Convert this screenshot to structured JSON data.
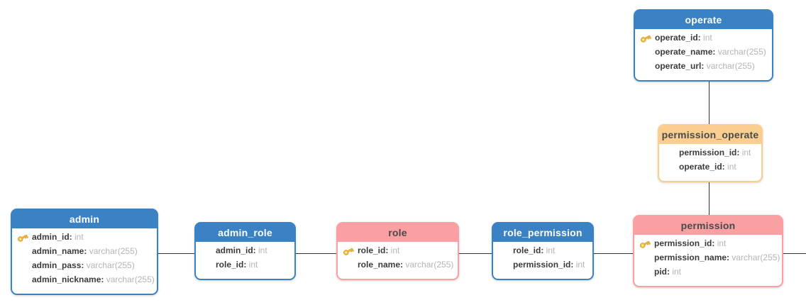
{
  "diagram": {
    "type": "entity-relationship-diagram",
    "field_separator": ":",
    "colors": {
      "background": "#ffffff",
      "blue_header": "#3A82C4",
      "pink_header": "#FA9FA2",
      "orange_header": "#F9CE8E",
      "header_text_on_blue": "#ffffff",
      "header_text_on_warm": "#4a4a4a",
      "field_name_text": "#3b3b3b",
      "field_type_text": "#b4b4b4",
      "relationship_line": "#333333",
      "key_icon_gold": "#F6C544"
    }
  },
  "tables": [
    {
      "name": "operate",
      "theme": "blue",
      "fields": [
        {
          "name": "operate_id",
          "type": "int",
          "primary_key": true
        },
        {
          "name": "operate_name",
          "type": "varchar(255)",
          "primary_key": false
        },
        {
          "name": "operate_url",
          "type": "varchar(255)",
          "primary_key": false
        }
      ]
    },
    {
      "name": "permission_operate",
      "theme": "orange",
      "fields": [
        {
          "name": "permission_id",
          "type": "int",
          "primary_key": false
        },
        {
          "name": "operate_id",
          "type": "int",
          "primary_key": false
        }
      ]
    },
    {
      "name": "admin",
      "theme": "blue",
      "fields": [
        {
          "name": "admin_id",
          "type": "int",
          "primary_key": true
        },
        {
          "name": "admin_name",
          "type": "varchar(255)",
          "primary_key": false
        },
        {
          "name": "admin_pass",
          "type": "varchar(255)",
          "primary_key": false
        },
        {
          "name": "admin_nickname",
          "type": "varchar(255)",
          "primary_key": false
        }
      ]
    },
    {
      "name": "admin_role",
      "theme": "blue",
      "fields": [
        {
          "name": "admin_id",
          "type": "int",
          "primary_key": false
        },
        {
          "name": "role_id",
          "type": "int",
          "primary_key": false
        }
      ]
    },
    {
      "name": "role",
      "theme": "pink",
      "fields": [
        {
          "name": "role_id",
          "type": "int",
          "primary_key": true
        },
        {
          "name": "role_name",
          "type": "varchar(255)",
          "primary_key": false
        }
      ]
    },
    {
      "name": "role_permission",
      "theme": "blue",
      "fields": [
        {
          "name": "role_id",
          "type": "int",
          "primary_key": false
        },
        {
          "name": "permission_id",
          "type": "int",
          "primary_key": false
        }
      ]
    },
    {
      "name": "permission",
      "theme": "pink",
      "fields": [
        {
          "name": "permission_id",
          "type": "int",
          "primary_key": true
        },
        {
          "name": "permission_name",
          "type": "varchar(255)",
          "primary_key": false
        },
        {
          "name": "pid",
          "type": "int",
          "primary_key": false
        }
      ]
    }
  ],
  "relationships": [
    {
      "from": "operate",
      "to": "permission_operate",
      "orientation": "vertical"
    },
    {
      "from": "permission_operate",
      "to": "permission",
      "orientation": "vertical"
    },
    {
      "from": "admin",
      "to": "admin_role",
      "orientation": "horizontal"
    },
    {
      "from": "admin_role",
      "to": "role",
      "orientation": "horizontal"
    },
    {
      "from": "role",
      "to": "role_permission",
      "orientation": "horizontal"
    },
    {
      "from": "role_permission",
      "to": "permission",
      "orientation": "horizontal"
    },
    {
      "from": "permission",
      "to": "offcanvas-right",
      "orientation": "horizontal"
    }
  ]
}
